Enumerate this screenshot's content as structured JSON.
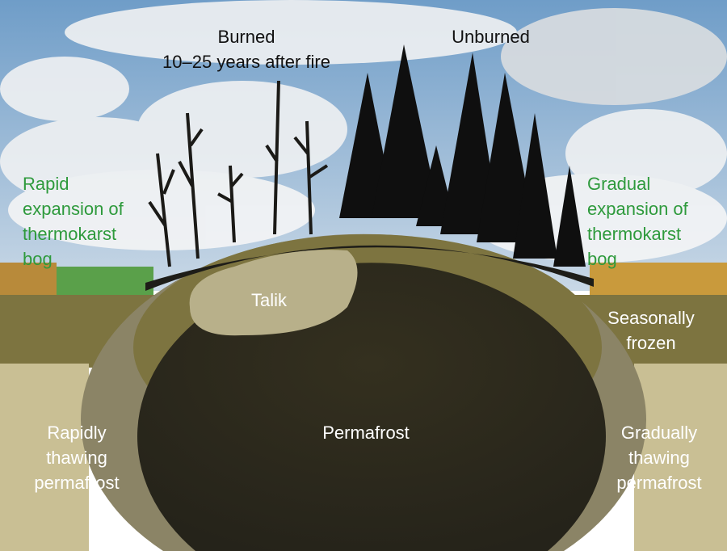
{
  "labels": {
    "burned": "Burned",
    "burned_sub": "10–25 years after fire",
    "unburned": "Unburned",
    "left_bog": [
      "Rapid",
      "expansion of",
      "thermokarst",
      "bog"
    ],
    "right_bog": [
      "Gradual",
      "expansion of",
      "thermokarst",
      "bog"
    ],
    "talik": "Talik",
    "seasonally_frozen": [
      "Seasonally",
      "frozen"
    ],
    "permafrost": "Permafrost",
    "rapidly_thawing": [
      "Rapidly",
      "thawing",
      "permafrost"
    ],
    "gradually_thawing": [
      "Gradually",
      "thawing",
      "permafrost"
    ]
  },
  "colors": {
    "sky": "#7fa9cf",
    "active_layer": "#7d7440",
    "permafrost": "#2f2c1c",
    "thawed": "#c9bf94",
    "talik": "#b8b08a",
    "bog_text": "#2e9a3c"
  }
}
